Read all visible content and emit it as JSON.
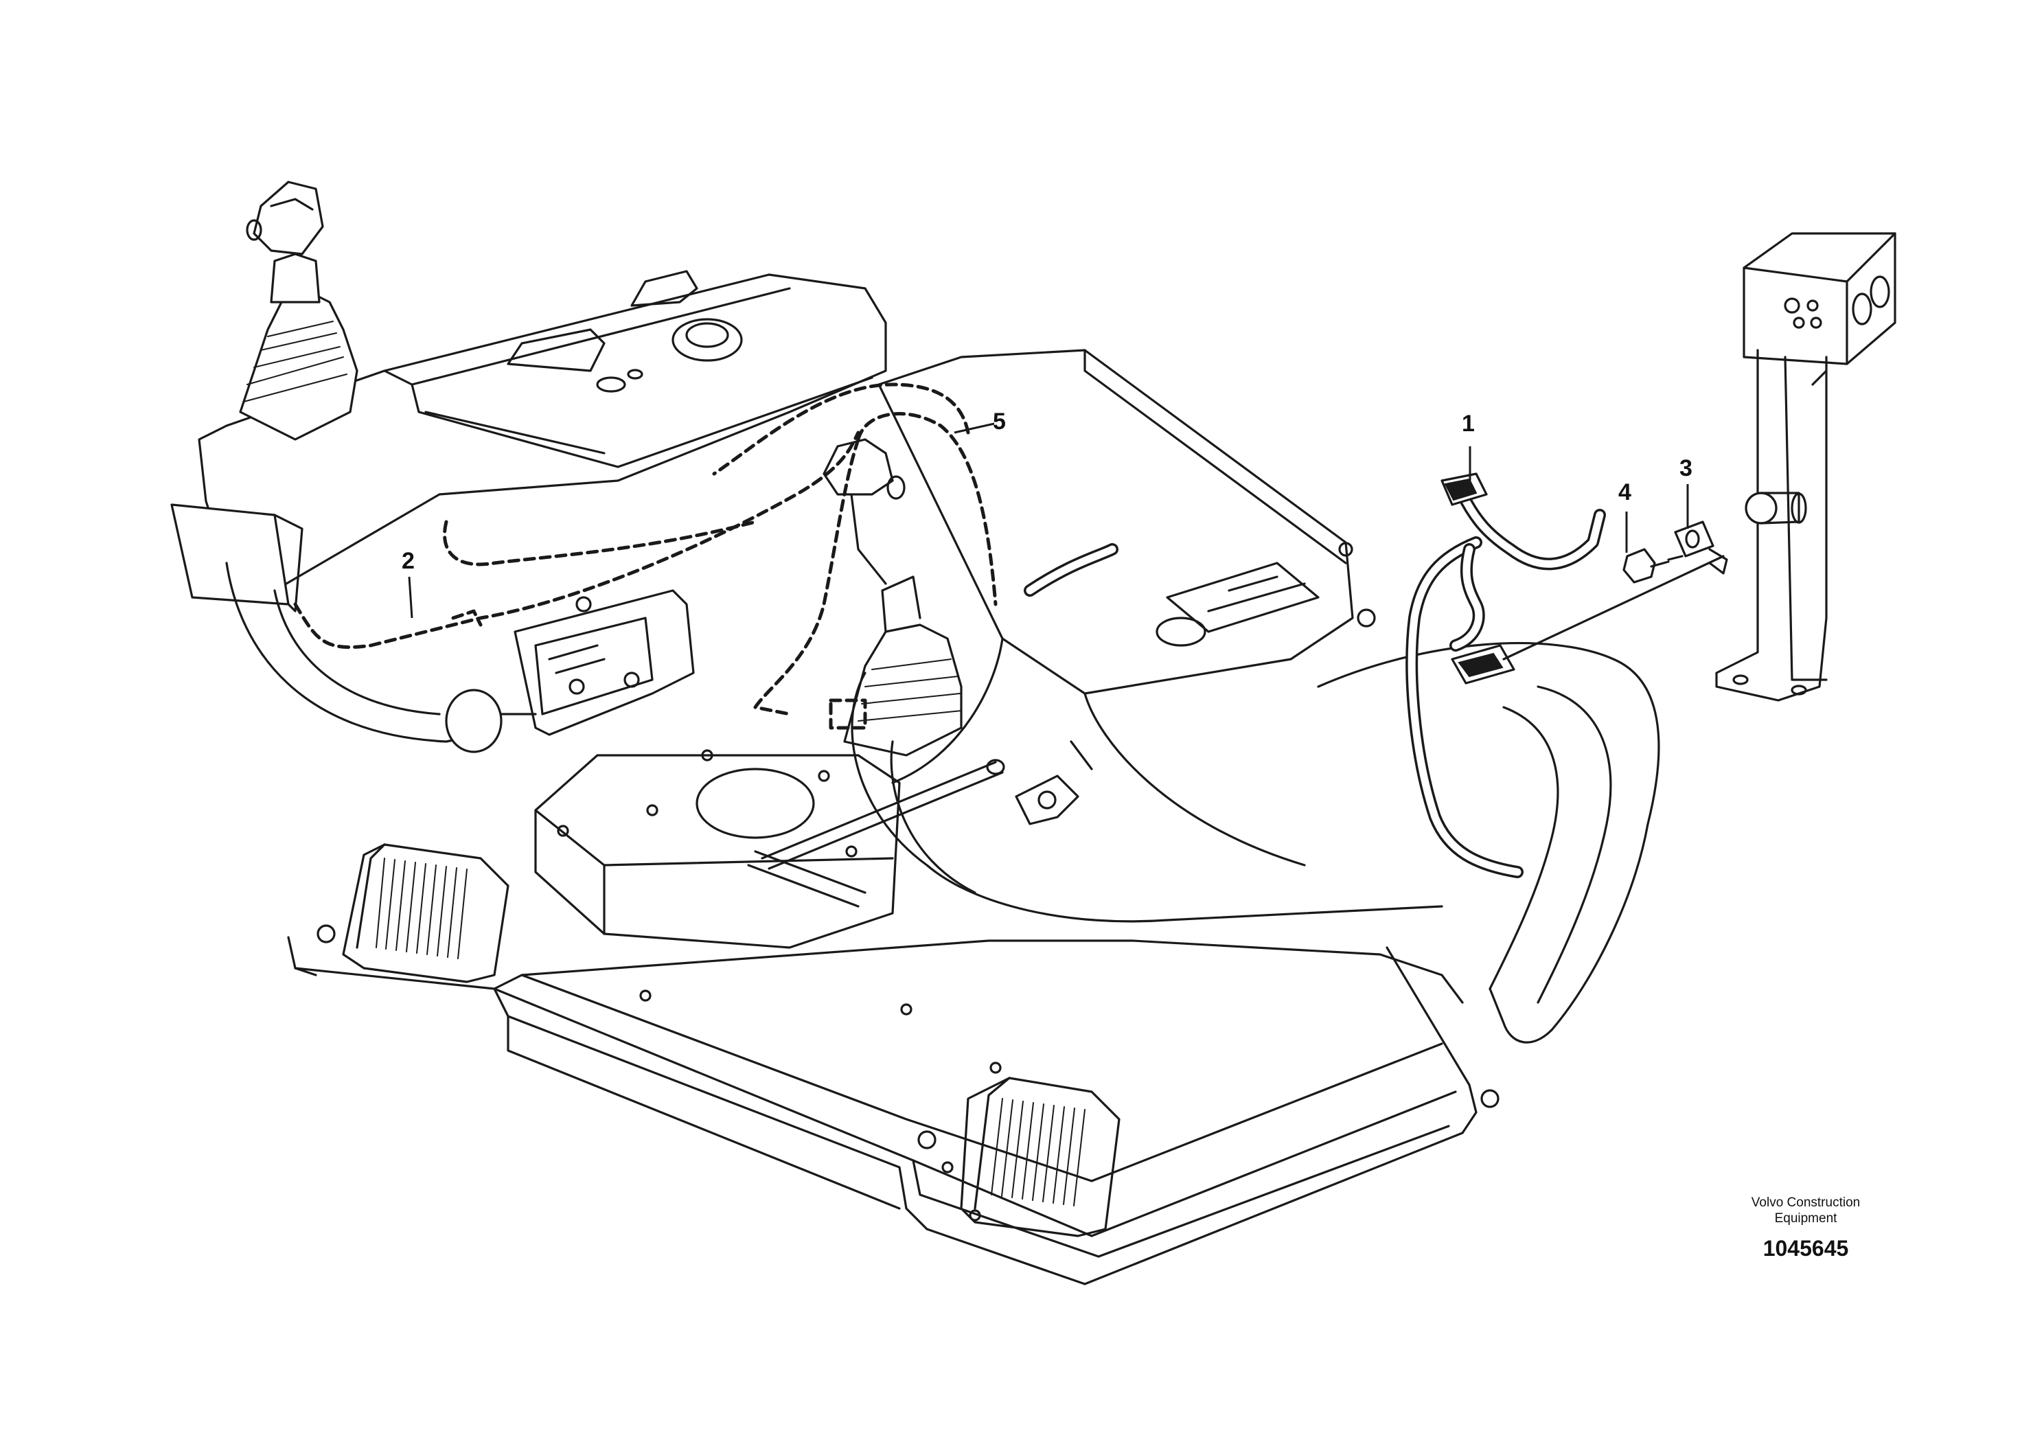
{
  "callouts": [
    {
      "id": "1",
      "label": "1"
    },
    {
      "id": "2",
      "label": "2"
    },
    {
      "id": "3",
      "label": "3"
    },
    {
      "id": "4",
      "label": "4"
    },
    {
      "id": "5",
      "label": "5"
    }
  ],
  "footer": {
    "company_line1": "Volvo Construction",
    "company_line2": "Equipment",
    "drawing_number": "1045645"
  }
}
